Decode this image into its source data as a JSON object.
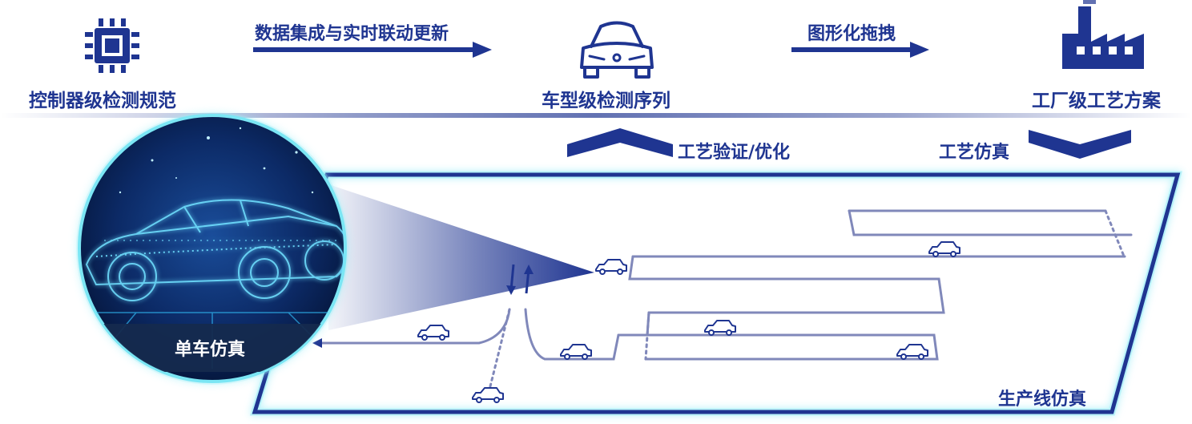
{
  "top": {
    "controller_label": "控制器级检测规范",
    "vehicle_label": "车型级检测序列",
    "factory_label": "工厂级工艺方案",
    "arrow1_label": "数据集成与实时联动更新",
    "arrow2_label": "图形化拖拽"
  },
  "middle": {
    "verify_label": "工艺验证/优化",
    "sim_label": "工艺仿真"
  },
  "bottom": {
    "single_car_label": "单车仿真",
    "line_label": "生产线仿真"
  },
  "icons": [
    "chip-icon",
    "car-front-icon",
    "factory-icon",
    "car-side-icon"
  ],
  "colors": {
    "primary": "#1f3591",
    "line": "#7d86b8",
    "glow": "#3fd6ef"
  }
}
